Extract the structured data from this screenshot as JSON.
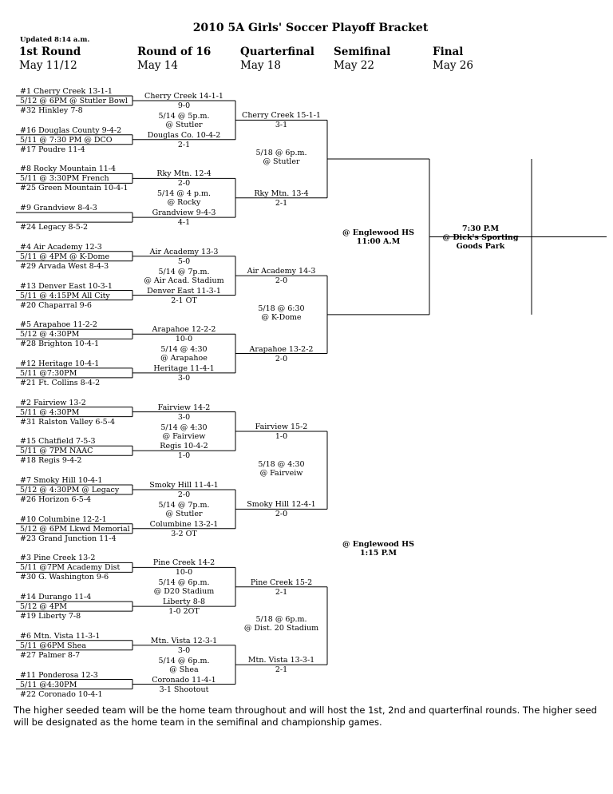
{
  "title": "2010 5A Girls' Soccer Playoff Bracket",
  "updated": "Updated 8:14 a.m.",
  "rounds": [
    {
      "name": "1st Round",
      "date": "May 11/12"
    },
    {
      "name": "Round of 16",
      "date": "May 14"
    },
    {
      "name": "Quarterfinal",
      "date": "May 18"
    },
    {
      "name": "Semifinal",
      "date": "May 22"
    },
    {
      "name": "Final",
      "date": "May 26"
    }
  ],
  "first_round": [
    {
      "top": "#1 Cherry Creek 13-1-1",
      "info": "5/12 @ 6PM @ Stutler Bowl",
      "bottom": "#32 Hinkley 7-8"
    },
    {
      "top": "#16 Douglas County 9-4-2",
      "info": "5/11 @ 7:30 PM @ DCO",
      "bottom": "#17 Poudre 11-4"
    },
    {
      "top": "#8 Rocky Mountain 11-4",
      "info": "5/11 @ 3:30PM French",
      "bottom": "#25 Green Mountain 10-4-1"
    },
    {
      "top": "#9 Grandview 8-4-3",
      "info": "",
      "bottom": "#24 Legacy 8-5-2"
    },
    {
      "top": "#4 Air Academy 12-3",
      "info": "5/11 @ 4PM @ K-Dome",
      "bottom": "#29 Arvada West 8-4-3"
    },
    {
      "top": "#13 Denver East 10-3-1",
      "info": "5/11 @ 4:15PM All City",
      "bottom": "#20 Chaparral 9-6"
    },
    {
      "top": "#5 Arapahoe 11-2-2",
      "info": "5/12 @ 4:30PM",
      "bottom": "#28 Brighton 10-4-1"
    },
    {
      "top": "#12 Heritage 10-4-1",
      "info": "5/11 @7:30PM",
      "bottom": "#21 Ft. Collins 8-4-2"
    },
    {
      "top": "#2 Fairview 13-2",
      "info": "5/11 @ 4:30PM",
      "bottom": "#31 Ralston Valley 6-5-4"
    },
    {
      "top": "#15 Chatfield 7-5-3",
      "info": "5/11 @ 7PM NAAC",
      "bottom": "#18 Regis 9-4-2"
    },
    {
      "top": "#7 Smoky Hill 10-4-1",
      "info": "5/12 @ 4:30PM @ Legacy",
      "bottom": "#26 Horizon 6-5-4"
    },
    {
      "top": "#10 Columbine 12-2-1",
      "info": "5/12 @ 6PM Lkwd Memorial",
      "bottom": "#23 Grand Junction 11-4"
    },
    {
      "top": "#3 Pine Creek 13-2",
      "info": "5/11 @7PM Academy Dist",
      "bottom": "#30 G. Washington 9-6"
    },
    {
      "top": "#14 Durango 11-4",
      "info": "5/12 @ 4PM",
      "bottom": "#19 Liberty 7-8"
    },
    {
      "top": "#6 Mtn. Vista 11-3-1",
      "info": "5/11 @6PM Shea",
      "bottom": "#27 Palmer 8-7"
    },
    {
      "top": "#11 Ponderosa 12-3",
      "info": "5/11 @4:30PM",
      "bottom": "#22 Coronado 10-4-1"
    }
  ],
  "round_of_16": [
    {
      "winner": "Cherry Creek 14-1-1",
      "score": "9-0"
    },
    {
      "winner": "Douglas Co. 10-4-2",
      "score": "2-1"
    },
    {
      "winner": "Rky Mtn. 12-4",
      "score": "2-0"
    },
    {
      "winner": "Grandview 9-4-3",
      "score": "4-1"
    },
    {
      "winner": "Air Academy 13-3",
      "score": "5-0"
    },
    {
      "winner": "Denver East 11-3-1",
      "score": "2-1 OT"
    },
    {
      "winner": "Arapahoe 12-2-2",
      "score": "10-0"
    },
    {
      "winner": "Heritage 11-4-1",
      "score": "3-0"
    },
    {
      "winner": "Fairview 14-2",
      "score": "3-0"
    },
    {
      "winner": "Regis 10-4-2",
      "score": "1-0"
    },
    {
      "winner": "Smoky Hill 11-4-1",
      "score": "2-0"
    },
    {
      "winner": "Columbine 13-2-1",
      "score": "3-2 OT"
    },
    {
      "winner": "Pine Creek 14-2",
      "score": "10-0"
    },
    {
      "winner": "Liberty 8-8",
      "score": "1-0 2OT"
    },
    {
      "winner": "Mtn. Vista 12-3-1",
      "score": "3-0"
    },
    {
      "winner": "Coronado 11-4-1",
      "score": "3-1 Shootout"
    }
  ],
  "r16_venues": [
    {
      "line1": "5/14 @ 5p.m.",
      "line2": "@ Stutler"
    },
    {
      "line1": "5/14 @ 4 p.m.",
      "line2": "@ Rocky"
    },
    {
      "line1": "5/14 @ 7p.m.",
      "line2": "@ Air Acad. Stadium"
    },
    {
      "line1": "5/14 @ 4:30",
      "line2": "@ Arapahoe"
    },
    {
      "line1": "5/14 @ 4:30",
      "line2": "@ Fairview"
    },
    {
      "line1": "5/14 @ 7p.m.",
      "line2": "@ Stutler"
    },
    {
      "line1": "5/14 @ 6p.m.",
      "line2": "@ D20 Stadium"
    },
    {
      "line1": "5/14 @ 6p.m.",
      "line2": "@ Shea"
    }
  ],
  "quarterfinal": [
    {
      "winner": "Cherry Creek 15-1-1",
      "score": "3-1"
    },
    {
      "winner": "Rky Mtn. 13-4",
      "score": "2-1"
    },
    {
      "winner": "Air Academy 14-3",
      "score": "2-0"
    },
    {
      "winner": "Arapahoe 13-2-2",
      "score": "2-0"
    },
    {
      "winner": "Fairview 15-2",
      "score": "1-0"
    },
    {
      "winner": "Smoky Hill 12-4-1",
      "score": "2-0"
    },
    {
      "winner": "Pine Creek 15-2",
      "score": "2-1"
    },
    {
      "winner": "Mtn. Vista 13-3-1",
      "score": "2-1"
    }
  ],
  "qf_venues": [
    {
      "line1": "5/18 @ 6p.m.",
      "line2": "@ Stutler"
    },
    {
      "line1": "5/18 @ 6:30",
      "line2": "@ K-Dome"
    },
    {
      "line1": "5/18 @ 4:30",
      "line2": "@ Fairveiw"
    },
    {
      "line1": "5/18 @ 6p.m.",
      "line2": "@ Dist. 20 Stadium"
    }
  ],
  "semifinal_venues": [
    {
      "line1": "@ Englewood HS",
      "line2": "11:00 A.M"
    },
    {
      "line1": "@ Englewood HS",
      "line2": "1:15 P.M"
    }
  ],
  "final_venue": {
    "line1": "7:30 P.M",
    "line2": "@ Dick's Sporting",
    "line3": "Goods Park"
  },
  "footnote": "The higher seeded team will be the home team throughout and will host the 1st, 2nd and quarterfinal rounds.  The higher seed will be designated as the home team in the semifinal and championship games."
}
